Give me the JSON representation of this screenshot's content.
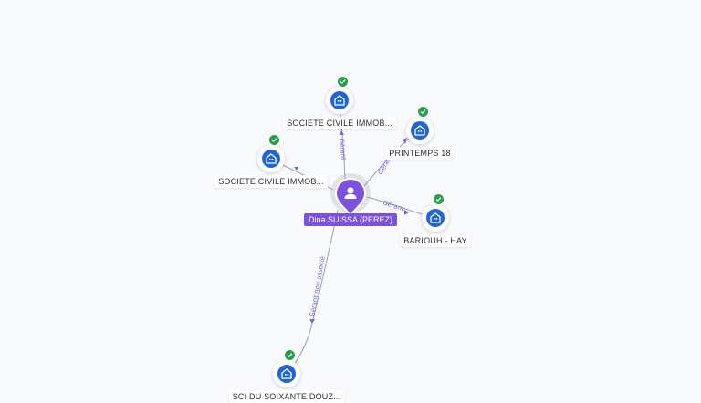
{
  "person": {
    "name": "Dina SUISSA (PEREZ)"
  },
  "companies": [
    {
      "id": "sci-top",
      "label": "SOCIETE CIVILE IMMOB..."
    },
    {
      "id": "printemps",
      "label": "PRINTEMPS 18"
    },
    {
      "id": "sci-left",
      "label": "SOCIETE CIVILE IMMOB..."
    },
    {
      "id": "bariouh",
      "label": "BARIOUH - HAY"
    },
    {
      "id": "sci-bottom",
      "label": "SCI DU SOIXANTE DOUZ..."
    }
  ],
  "relations": [
    {
      "to": "sci-top",
      "label": "Gérant"
    },
    {
      "to": "printemps",
      "label": "Gérant"
    },
    {
      "to": "sci-left",
      "label": ""
    },
    {
      "to": "bariouh",
      "label": "Gérant"
    },
    {
      "to": "sci-bottom",
      "label": "Gérant non associé"
    }
  ],
  "colors": {
    "person_accent": "#7b52e0",
    "company_icon": "#1f66dd",
    "verified_badge": "#27a04d",
    "edge_label": "#7a66d8"
  },
  "icons": {
    "person": "person-icon",
    "company": "building-icon",
    "badge": "check-icon"
  }
}
